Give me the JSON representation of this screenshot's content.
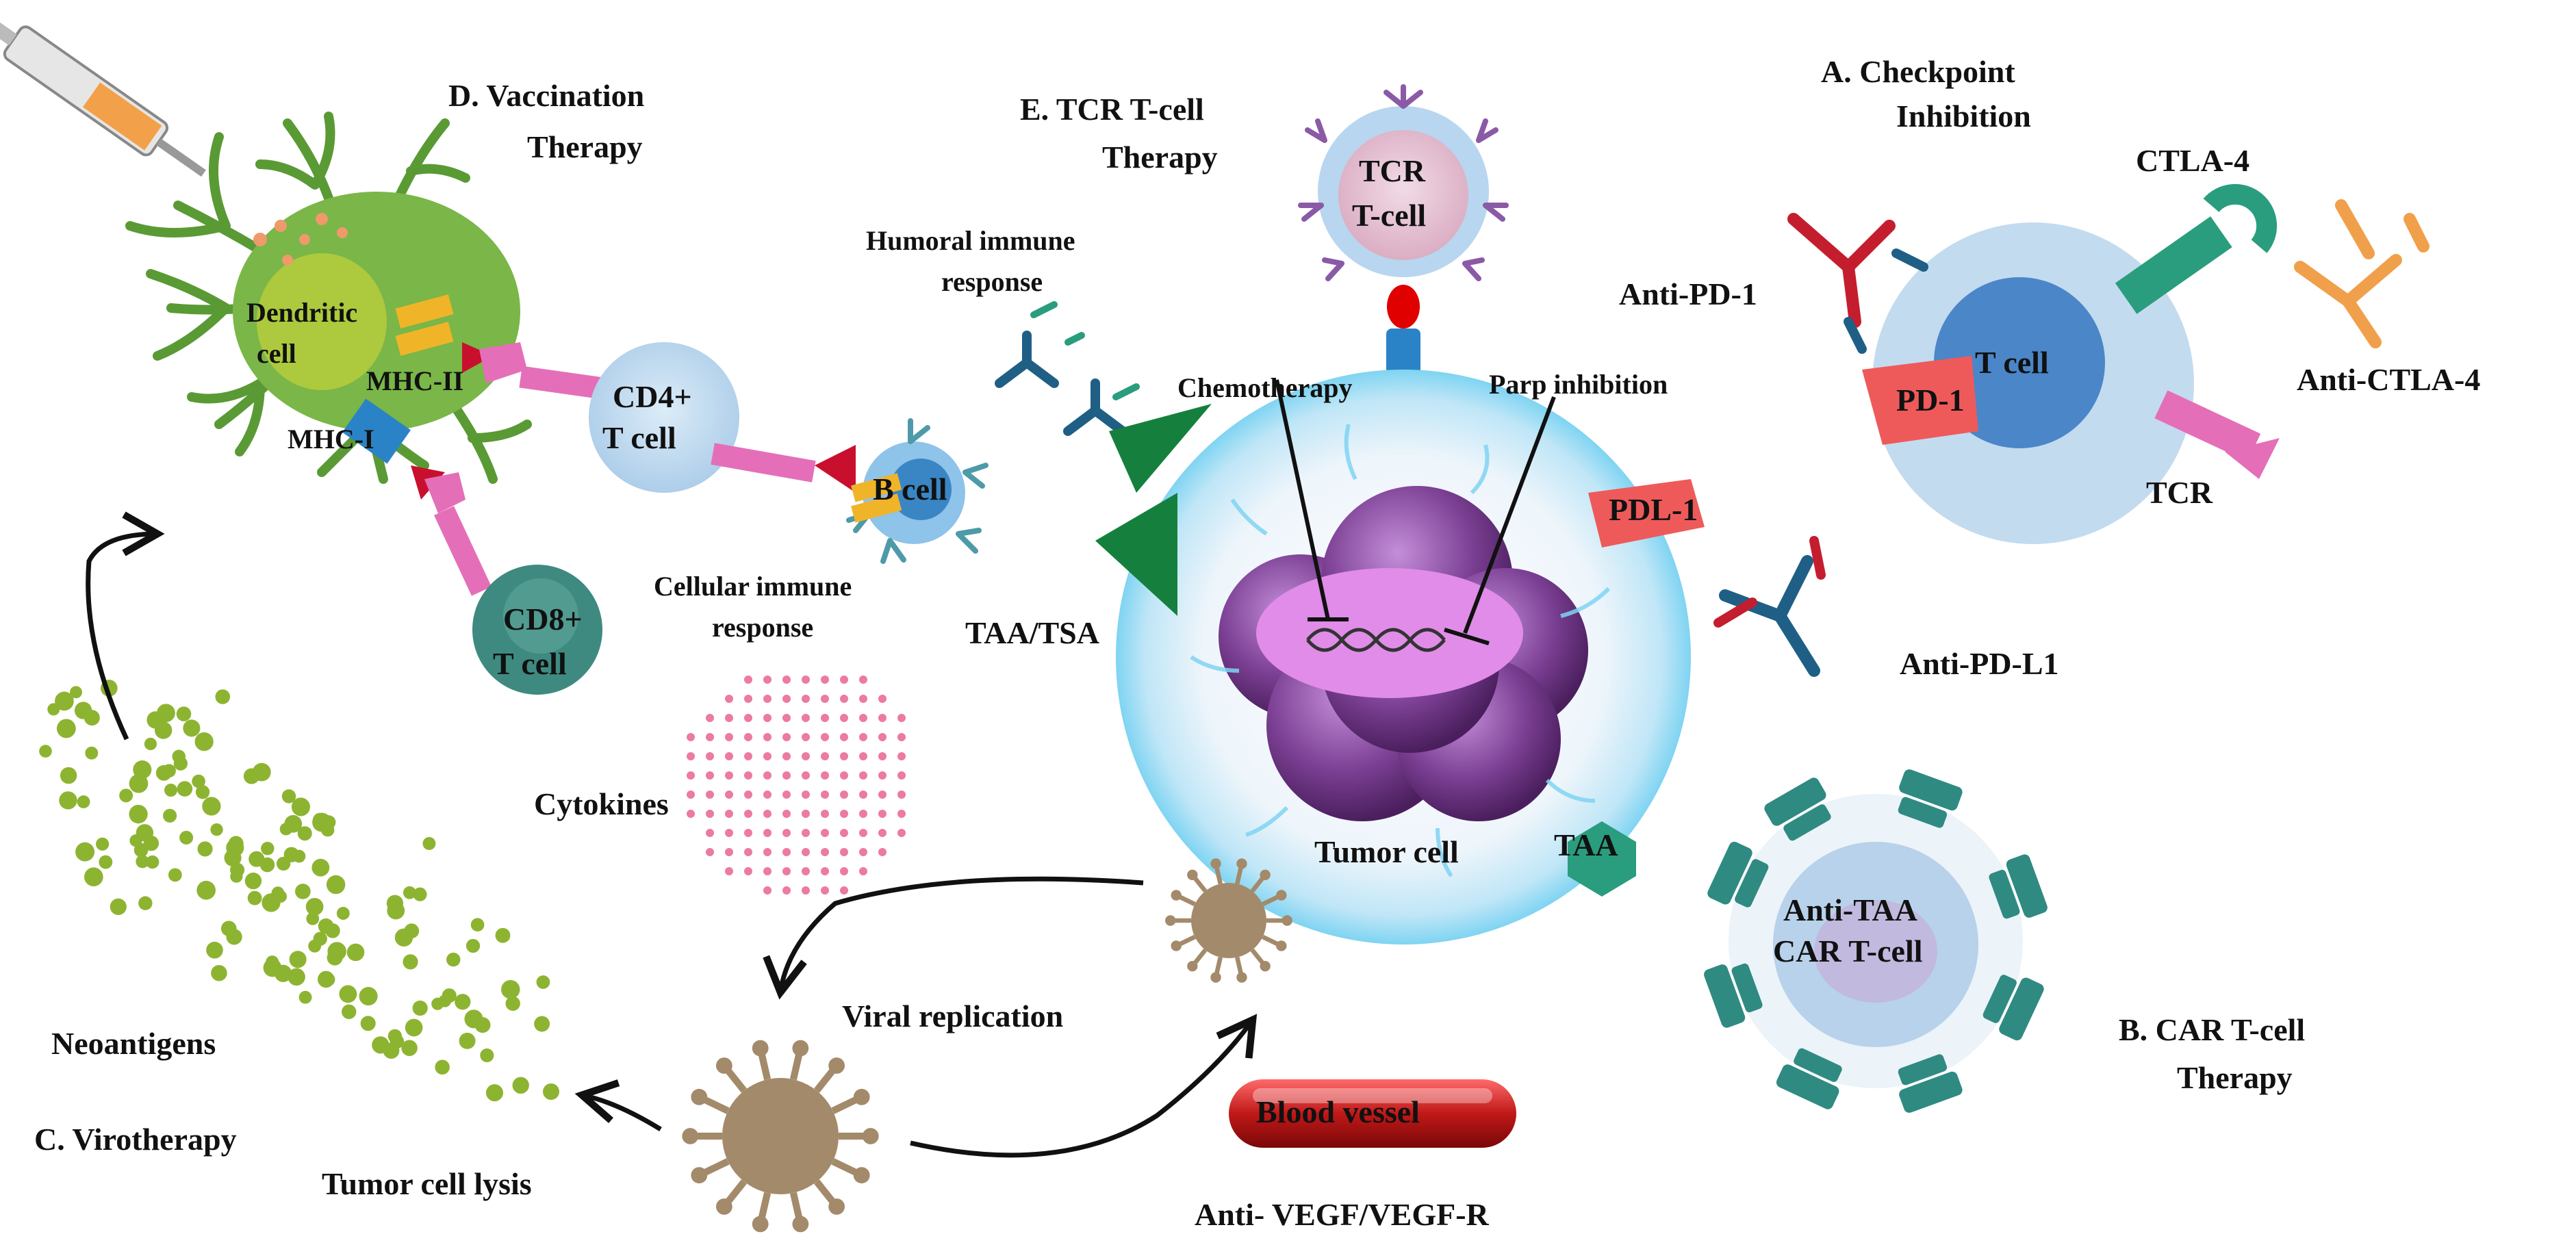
{
  "sections": {
    "checkpoint_title_1": "A. Checkpoint",
    "checkpoint_title_2": "Inhibition",
    "car_title_1": "B. CAR T-cell",
    "car_title_2": "Therapy",
    "viro_title": "C. Virotherapy",
    "vacc_title_1": "D. Vaccination",
    "vacc_title_2": "Therapy",
    "tcr_title_1": "E. TCR T-cell",
    "tcr_title_2": "Therapy"
  },
  "cells": {
    "dendritic_1": "Dendritic",
    "dendritic_2": "cell",
    "mhc_ii": "MHC-II",
    "mhc_i": "MHC-I",
    "cd4_1": "CD4+",
    "cd4_2": "T cell",
    "cd8_1": "CD8+",
    "cd8_2": "T cell",
    "b_cell": "B cell",
    "tcr_cell_1": "TCR",
    "tcr_cell_2": "T-cell",
    "t_cell": "T cell",
    "car_cell_1": "Anti-TAA",
    "car_cell_2": "CAR T-cell",
    "tumor_cell": "Tumor cell"
  },
  "labels": {
    "humoral_1": "Humoral immune",
    "humoral_2": "response",
    "cellular_1": "Cellular immune",
    "cellular_2": "response",
    "chemotherapy": "Chemotherapy",
    "parp": "Parp inhibition",
    "taa_tsa": "TAA/TSA",
    "cytokines": "Cytokines",
    "neoantigens": "Neoantigens",
    "viral_replication": "Viral replication",
    "tumor_lysis": "Tumor cell lysis",
    "blood_vessel": "Blood vessel",
    "anti_vegf": "Anti- VEGF/VEGF-R",
    "pdl1": "PDL-1",
    "taa": "TAA",
    "anti_pd1": "Anti-PD-1",
    "anti_ctla4": "Anti-CTLA-4",
    "ctla4": "CTLA-4",
    "pd1": "PD-1",
    "tcr": "TCR",
    "anti_pdl1": "Anti-PD-L1"
  },
  "colors": {
    "dendritic": "#7ab648",
    "tumor": "#7b3f93",
    "t_cell_outer": "#c3dbef",
    "t_cell_inner": "#4a86c8",
    "cd8": "#3f8a80",
    "pink_receptor": "#e46fb8",
    "mhc_red": "#c8102e",
    "antibody_blue": "#1f5f86",
    "antibody_red": "#c41e2e",
    "antibody_orange": "#f0a04b",
    "ctla4": "#2a9d7e",
    "pd1": "#ee5a5a",
    "virus": "#a38a6a",
    "neoantigen": "#8db431",
    "cytokine": "#ec7aa2",
    "car_receptor": "#2f8a82",
    "blood_vessel": "#c01818"
  }
}
